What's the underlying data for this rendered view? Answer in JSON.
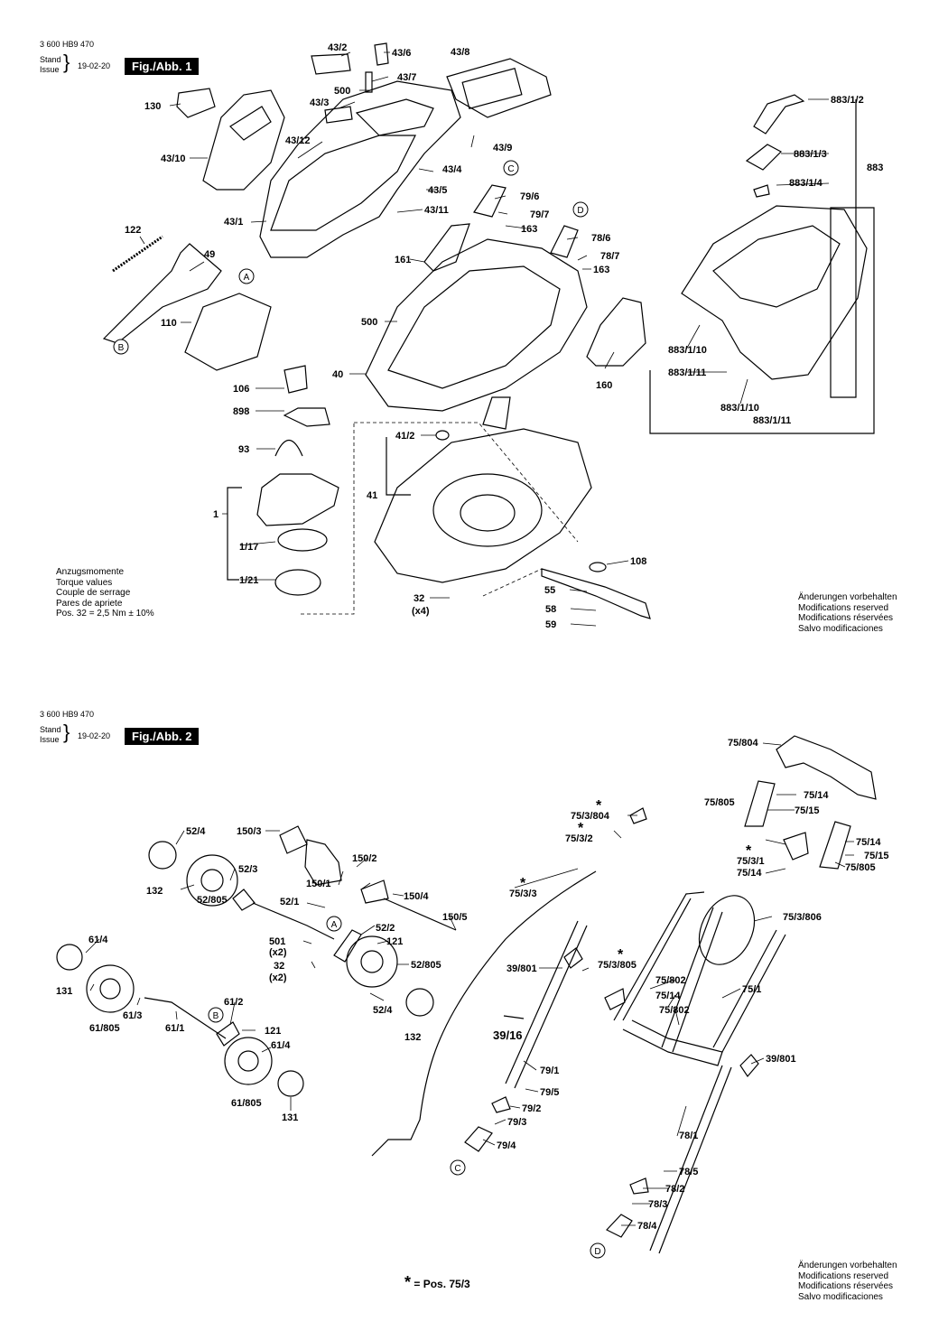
{
  "page1": {
    "doc_number": "3 600 HB9 470",
    "stand": "Stand",
    "issue": "Issue",
    "date": "19-02-20",
    "fig_label": "Fig./Abb. 1",
    "torque": [
      "Anzugsmomente",
      "Torque values",
      "Couple de serrage",
      "Pares de apriete",
      "Pos. 32 = 2,5 Nm  ± 10%"
    ],
    "changes": [
      "Änderungen vorbehalten",
      "Modifications reserved",
      "Modifications réservées",
      "Salvo modificaciones"
    ]
  },
  "page2": {
    "doc_number": "3 600 HB9 470",
    "stand": "Stand",
    "issue": "Issue",
    "date": "19-02-20",
    "fig_label": "Fig./Abb. 2",
    "footnote": "= Pos.  75/3",
    "changes": [
      "Änderungen vorbehalten",
      "Modifications reserved",
      "Modifications réservées",
      "Salvo modificaciones"
    ]
  },
  "labels1": [
    "43/2",
    "43/6",
    "43/8",
    "43/7",
    "500",
    "43/3",
    "130",
    "43/12",
    "43/10",
    "43/9",
    "43/4",
    "43/5",
    "43/11",
    "43/1",
    "79/6",
    "79/7",
    "163",
    "78/6",
    "78/7",
    "163",
    "122",
    "49",
    "161",
    "110",
    "500",
    "40",
    "160",
    "106",
    "898",
    "41/2",
    "93",
    "41",
    "1",
    "1/17",
    "1/21",
    "108",
    "55",
    "58",
    "59",
    "32",
    "(x4)",
    "883/1/2",
    "883/1/3",
    "883",
    "883/1/4",
    "883/1/10",
    "883/1/11",
    "883/1/10",
    "883/1/11"
  ],
  "labels2": [
    "75/804",
    "75/14",
    "75/805",
    "75/15",
    "75/3/804",
    "75/3/2",
    "75/14",
    "75/15",
    "75/3/1",
    "75/14",
    "75/805",
    "150/3",
    "52/4",
    "150/2",
    "150/1",
    "52/3",
    "150/4",
    "132",
    "52/805",
    "52/1",
    "150/5",
    "75/3/3",
    "75/3/806",
    "52/2",
    "121",
    "501",
    "(x2)",
    "32",
    "(x2)",
    "52/805",
    "61/4",
    "39/801",
    "75/3/805",
    "131",
    "61/3",
    "61/805",
    "61/1",
    "61/2",
    "121",
    "61/4",
    "52/4",
    "132",
    "75/802",
    "75/14",
    "75/802",
    "75/1",
    "39/16",
    "79/1",
    "79/5",
    "79/2",
    "79/3",
    "79/4",
    "39/801",
    "61/805",
    "131",
    "78/1",
    "78/5",
    "78/2",
    "78/3",
    "78/4"
  ],
  "circles": [
    "C",
    "D",
    "A",
    "B",
    "A",
    "B",
    "C",
    "D"
  ]
}
